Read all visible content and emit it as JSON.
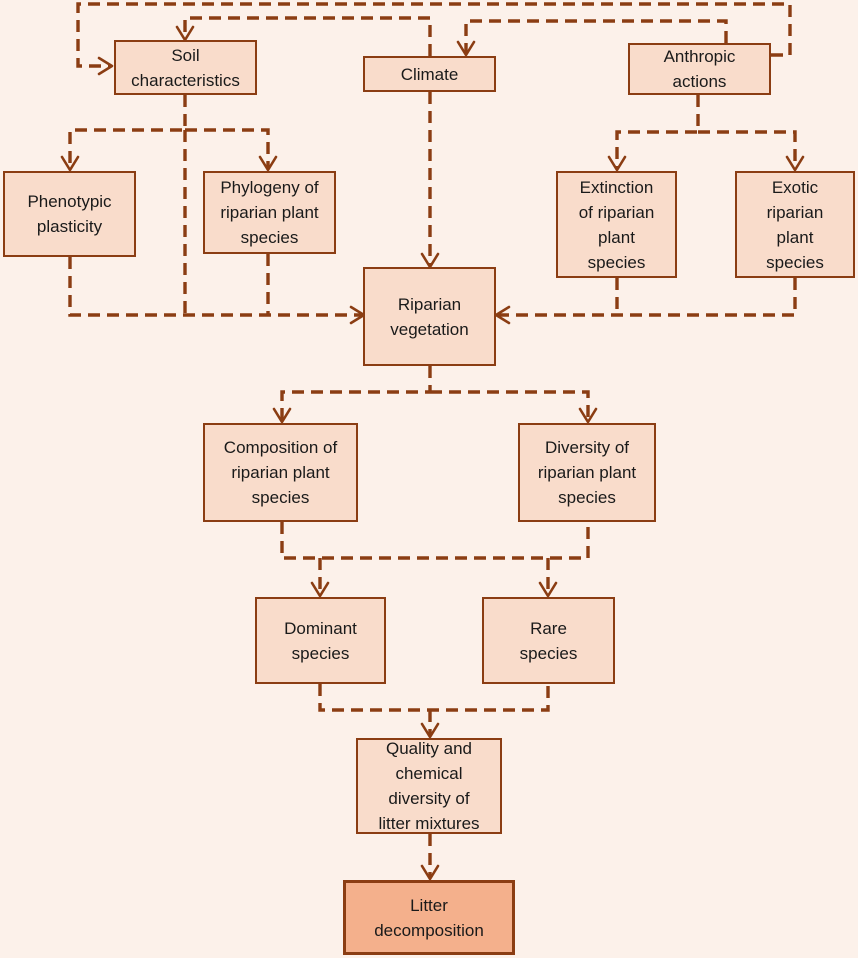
{
  "colors": {
    "background": "#fcf1ea",
    "node_fill": "#f9dccb",
    "final_fill": "#f4b08c",
    "line": "#8b3d13"
  },
  "nodes": {
    "soil": "Soil\ncharacteristics",
    "climate": "Climate",
    "anthropic": "Anthropic\nactions",
    "plasticity": "Phenotypic\nplasticity",
    "phylogeny": "Phylogeny of\nriparian plant\nspecies",
    "extinction": "Extinction\nof riparian\nplant\nspecies",
    "exotic": "Exotic\nriparian\nplant\nspecies",
    "riparian": "Riparian\nvegetation",
    "composition": "Composition of\nriparian plant\nspecies",
    "diversity": "Diversity of\nriparian plant\nspecies",
    "dominant": "Dominant\nspecies",
    "rare": "Rare\nspecies",
    "quality": "Quality and\nchemical\ndiversity of\nlitter mixtures",
    "litter": "Litter\ndecomposition"
  }
}
